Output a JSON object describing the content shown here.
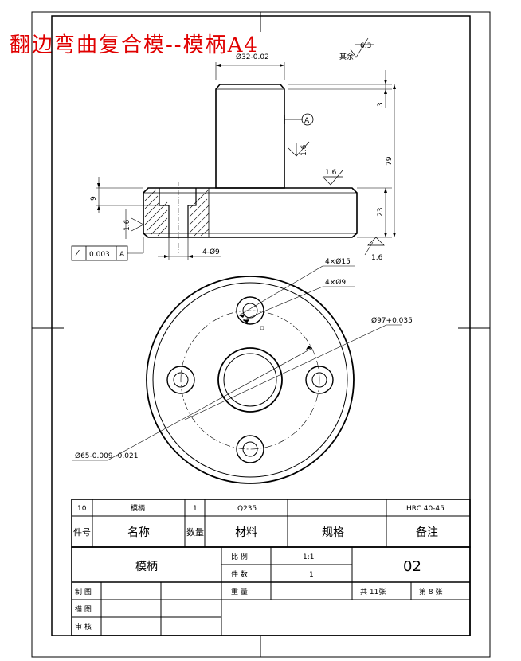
{
  "drawing": {
    "title": "翻边弯曲复合模--模柄A4",
    "roughness_rest_label": "其余",
    "roughness_rest_value": "6.3",
    "dim_top_shaft": "Ø32-0.02",
    "datum_label": "A",
    "rough_shaft": "1.6",
    "rough_shoulder": "1.6",
    "rough_flange_side": "1.6",
    "rough_bottom": "1.6",
    "dim_chamfer": "3",
    "dim_total_height": "79",
    "dim_flange_thk": "23",
    "dim_counterbore_depth": "9",
    "dim_holes_small": "4-Ø9",
    "tol_symbol": "⁄",
    "tol_value": "0.003",
    "tol_datum": "A",
    "dim_holes_cb": "4×Ø15",
    "dim_holes_thru": "4×Ø9",
    "dim_outer": "Ø97+0.035",
    "dim_pcd": "Ø65-0.009 -0.021"
  },
  "parts_table": {
    "row1": {
      "no": "10",
      "name": "模柄",
      "qty": "1",
      "material": "Q235",
      "spec": "",
      "note": "HRC 40-45"
    },
    "headers": {
      "no": "件号",
      "name": "名称",
      "qty": "数量",
      "material": "材料",
      "spec": "规格",
      "note": "备注"
    }
  },
  "title_block": {
    "part_name": "模柄",
    "scale_label": "比 例",
    "scale_value": "1:1",
    "count_label": "件 数",
    "count_value": "1",
    "weight_label": "重 量",
    "drawing_no": "02",
    "sheets_total": "共 11张",
    "sheet_no": "第 8 张",
    "drawn_label": "制 图",
    "draft_label": "描 图",
    "review_label": "审 核"
  }
}
